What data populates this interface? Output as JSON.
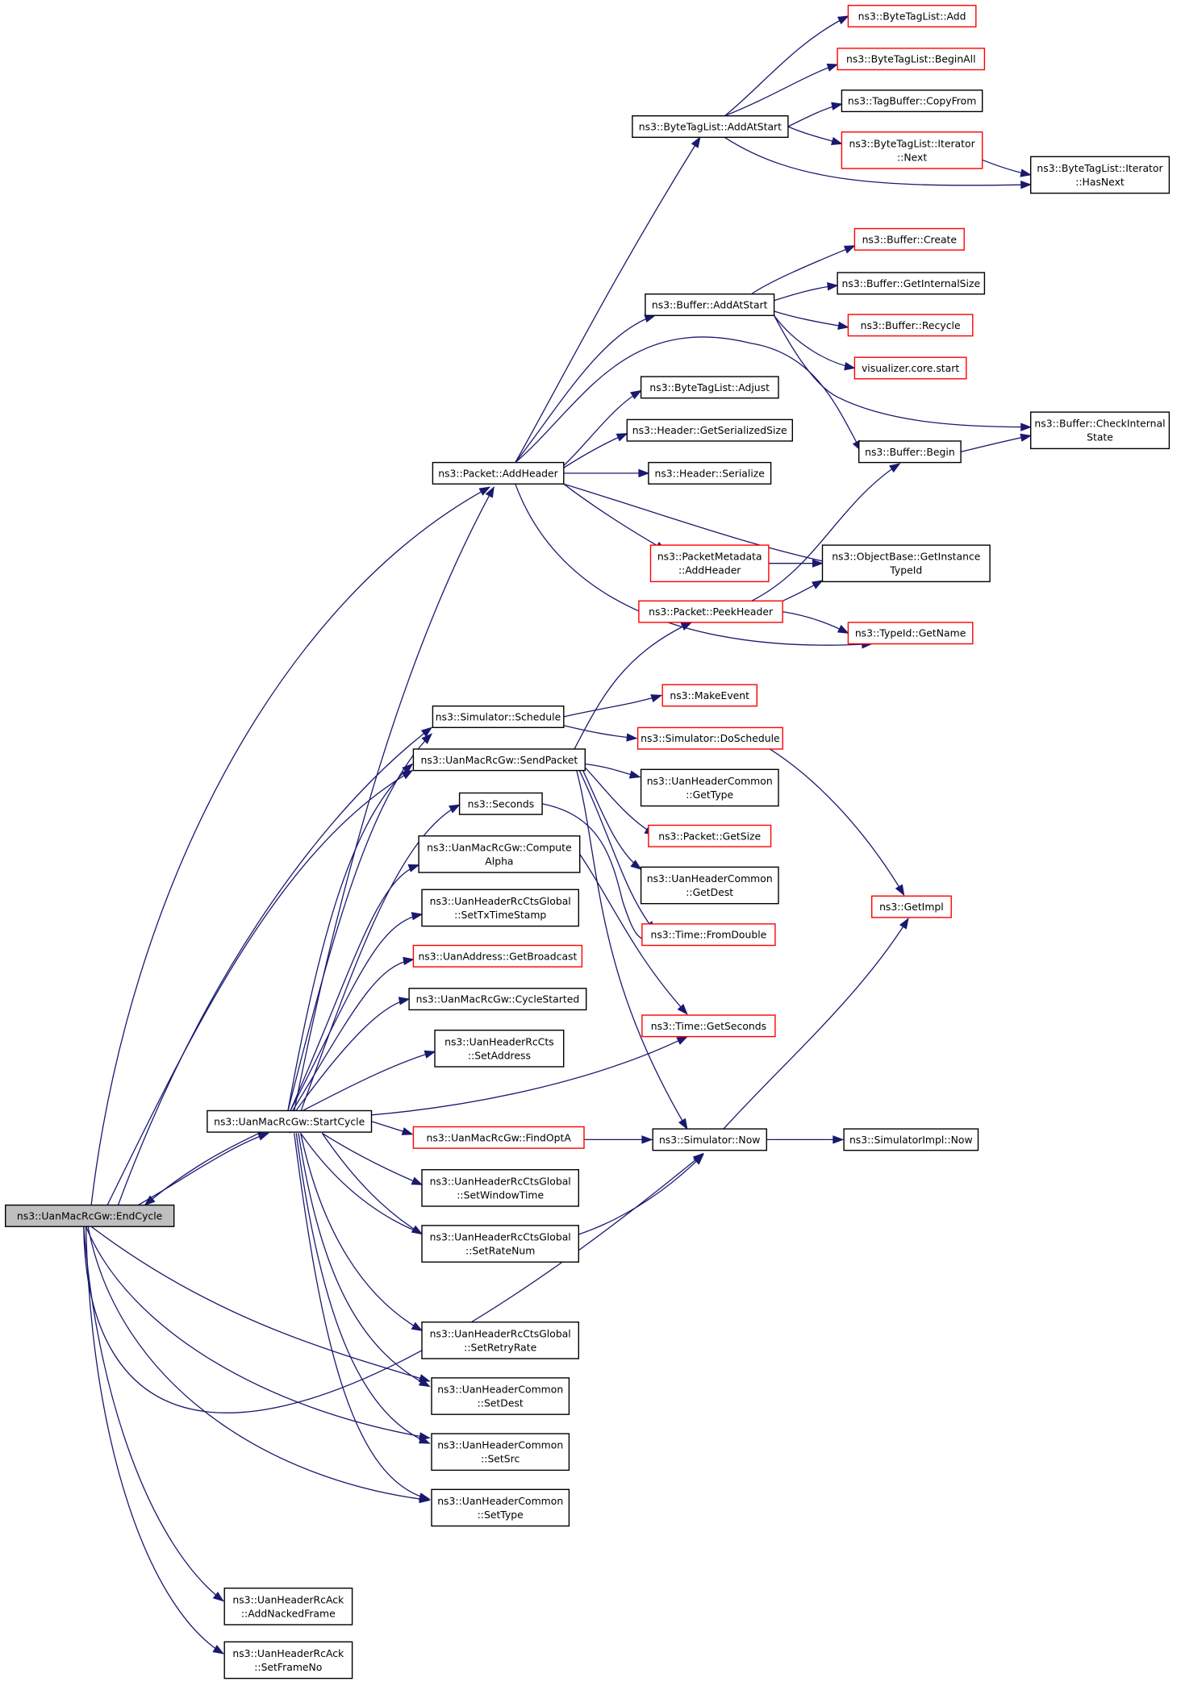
{
  "colors": {
    "edge": "#191970",
    "normal_border": "#000000",
    "truncated_border": "#ff0000",
    "root_fill": "#bfbfbf"
  },
  "nodes": [
    {
      "id": "endcycle",
      "lines": [
        "ns3::UanMacRcGw::EndCycle"
      ],
      "style": "root"
    },
    {
      "id": "startcycle",
      "lines": [
        "ns3::UanMacRcGw::StartCycle"
      ],
      "style": "black"
    },
    {
      "id": "addheader",
      "lines": [
        "ns3::Packet::AddHeader"
      ],
      "style": "black"
    },
    {
      "id": "schedule",
      "lines": [
        "ns3::Simulator::Schedule"
      ],
      "style": "black"
    },
    {
      "id": "sendpacket",
      "lines": [
        "ns3::UanMacRcGw::SendPacket"
      ],
      "style": "black"
    },
    {
      "id": "seconds",
      "lines": [
        "ns3::Seconds"
      ],
      "style": "black"
    },
    {
      "id": "computealpha",
      "lines": [
        "ns3::UanMacRcGw::Compute",
        "Alpha"
      ],
      "style": "black"
    },
    {
      "id": "settxtimestamp",
      "lines": [
        "ns3::UanHeaderRcCtsGlobal",
        "::SetTxTimeStamp"
      ],
      "style": "black"
    },
    {
      "id": "getbroadcast",
      "lines": [
        "ns3::UanAddress::GetBroadcast"
      ],
      "style": "red"
    },
    {
      "id": "cyclestarted",
      "lines": [
        "ns3::UanMacRcGw::CycleStarted"
      ],
      "style": "black"
    },
    {
      "id": "setaddress",
      "lines": [
        "ns3::UanHeaderRcCts",
        "::SetAddress"
      ],
      "style": "black"
    },
    {
      "id": "findopta",
      "lines": [
        "ns3::UanMacRcGw::FindOptA"
      ],
      "style": "red"
    },
    {
      "id": "setwindowtime",
      "lines": [
        "ns3::UanHeaderRcCtsGlobal",
        "::SetWindowTime"
      ],
      "style": "black"
    },
    {
      "id": "setratenum",
      "lines": [
        "ns3::UanHeaderRcCtsGlobal",
        "::SetRateNum"
      ],
      "style": "black"
    },
    {
      "id": "setretryrate",
      "lines": [
        "ns3::UanHeaderRcCtsGlobal",
        "::SetRetryRate"
      ],
      "style": "black"
    },
    {
      "id": "setdest",
      "lines": [
        "ns3::UanHeaderCommon",
        "::SetDest"
      ],
      "style": "black"
    },
    {
      "id": "setsrc",
      "lines": [
        "ns3::UanHeaderCommon",
        "::SetSrc"
      ],
      "style": "black"
    },
    {
      "id": "settype",
      "lines": [
        "ns3::UanHeaderCommon",
        "::SetType"
      ],
      "style": "black"
    },
    {
      "id": "addnackedframe",
      "lines": [
        "ns3::UanHeaderRcAck",
        "::AddNackedFrame"
      ],
      "style": "black"
    },
    {
      "id": "setframeno",
      "lines": [
        "ns3::UanHeaderRcAck",
        "::SetFrameNo"
      ],
      "style": "black"
    },
    {
      "id": "btl_addatstart",
      "lines": [
        "ns3::ByteTagList::AddAtStart"
      ],
      "style": "black"
    },
    {
      "id": "btl_add",
      "lines": [
        "ns3::ByteTagList::Add"
      ],
      "style": "red"
    },
    {
      "id": "btl_beginall",
      "lines": [
        "ns3::ByteTagList::BeginAll"
      ],
      "style": "red"
    },
    {
      "id": "tagbuffer_copyfrom",
      "lines": [
        "ns3::TagBuffer::CopyFrom"
      ],
      "style": "black"
    },
    {
      "id": "btl_iter_next",
      "lines": [
        "ns3::ByteTagList::Iterator",
        "::Next"
      ],
      "style": "red"
    },
    {
      "id": "btl_iter_hasnext",
      "lines": [
        "ns3::ByteTagList::Iterator",
        "::HasNext"
      ],
      "style": "black"
    },
    {
      "id": "buf_addatstart",
      "lines": [
        "ns3::Buffer::AddAtStart"
      ],
      "style": "black"
    },
    {
      "id": "buf_create",
      "lines": [
        "ns3::Buffer::Create"
      ],
      "style": "red"
    },
    {
      "id": "buf_getinternalsize",
      "lines": [
        "ns3::Buffer::GetInternalSize"
      ],
      "style": "black"
    },
    {
      "id": "buf_recycle",
      "lines": [
        "ns3::Buffer::Recycle"
      ],
      "style": "red"
    },
    {
      "id": "viz_start",
      "lines": [
        "visualizer.core.start"
      ],
      "style": "red"
    },
    {
      "id": "buf_checkinternal",
      "lines": [
        "ns3::Buffer::CheckInternal",
        "State"
      ],
      "style": "black"
    },
    {
      "id": "btl_adjust",
      "lines": [
        "ns3::ByteTagList::Adjust"
      ],
      "style": "black"
    },
    {
      "id": "hdr_getserializedsize",
      "lines": [
        "ns3::Header::GetSerializedSize"
      ],
      "style": "black"
    },
    {
      "id": "buf_begin",
      "lines": [
        "ns3::Buffer::Begin"
      ],
      "style": "black"
    },
    {
      "id": "hdr_serialize",
      "lines": [
        "ns3::Header::Serialize"
      ],
      "style": "black"
    },
    {
      "id": "pm_addheader",
      "lines": [
        "ns3::PacketMetadata",
        "::AddHeader"
      ],
      "style": "red"
    },
    {
      "id": "objbase_getinstancetypeid",
      "lines": [
        "ns3::ObjectBase::GetInstance",
        "TypeId"
      ],
      "style": "black"
    },
    {
      "id": "pkt_peekheader",
      "lines": [
        "ns3::Packet::PeekHeader"
      ],
      "style": "red"
    },
    {
      "id": "typeid_getname",
      "lines": [
        "ns3::TypeId::GetName"
      ],
      "style": "red"
    },
    {
      "id": "makeevent",
      "lines": [
        "ns3::MakeEvent"
      ],
      "style": "red"
    },
    {
      "id": "sim_doschedule",
      "lines": [
        "ns3::Simulator::DoSchedule"
      ],
      "style": "red"
    },
    {
      "id": "uhc_gettype",
      "lines": [
        "ns3::UanHeaderCommon",
        "::GetType"
      ],
      "style": "black"
    },
    {
      "id": "pkt_getsize",
      "lines": [
        "ns3::Packet::GetSize"
      ],
      "style": "red"
    },
    {
      "id": "uhc_getdest",
      "lines": [
        "ns3::UanHeaderCommon",
        "::GetDest"
      ],
      "style": "black"
    },
    {
      "id": "getimpl",
      "lines": [
        "ns3::GetImpl"
      ],
      "style": "red"
    },
    {
      "id": "time_fromdouble",
      "lines": [
        "ns3::Time::FromDouble"
      ],
      "style": "red"
    },
    {
      "id": "time_getseconds",
      "lines": [
        "ns3::Time::GetSeconds"
      ],
      "style": "red"
    },
    {
      "id": "sim_now",
      "lines": [
        "ns3::Simulator::Now"
      ],
      "style": "black"
    },
    {
      "id": "simimpl_now",
      "lines": [
        "ns3::SimulatorImpl::Now"
      ],
      "style": "black"
    }
  ]
}
